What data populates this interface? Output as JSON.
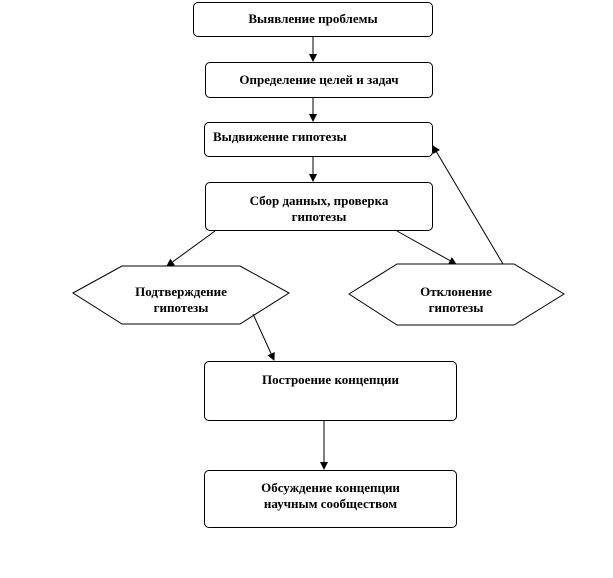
{
  "nodes": {
    "problem": "Выявление проблемы",
    "goals": "Определение целей и задач",
    "hypothesis": "Выдвижение гипотезы",
    "collect_line1": "Сбор данных, проверка",
    "collect_line2": "гипотезы",
    "confirm_line1": "Подтверждение",
    "confirm_line2": "гипотезы",
    "reject_line1": "Отклонение",
    "reject_line2": "гипотезы",
    "concept": "Построение концепции",
    "discussion_line1": "Обсуждение концепции",
    "discussion_line2": "научным сообществом"
  }
}
